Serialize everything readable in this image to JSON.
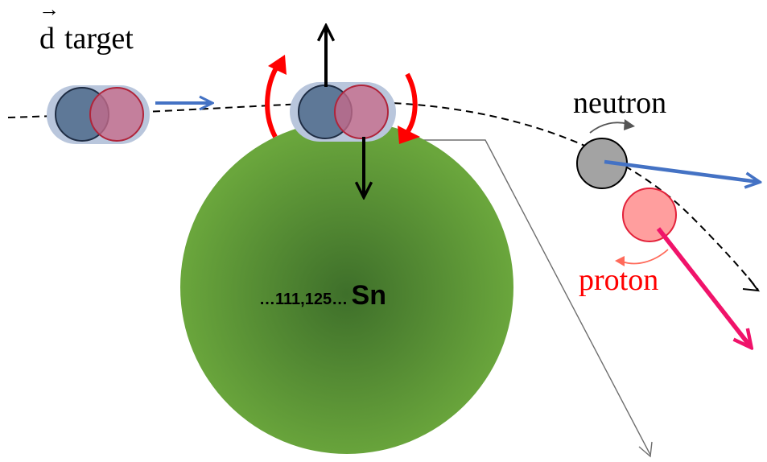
{
  "title": {
    "vector_symbol": "d",
    "arrow_glyph": "→",
    "word": "target"
  },
  "nucleus": {
    "prefix": "…111,125…",
    "element": "Sn",
    "color_center": "#3e6f2a",
    "color_edge": "#6aa63c"
  },
  "labels": {
    "neutron": "neutron",
    "proton": "proton"
  },
  "colors": {
    "neutron_fill": "#4a6787",
    "neutron_outline": "#1f2d44",
    "proton_fill": "#c76a8a",
    "proton_outline": "#b0243a",
    "deuteron_halo": "#b9c6dc",
    "momentum_arrow": "#4472c4",
    "spin_rotation": "#ff0000",
    "free_neutron": "#a3a3a3",
    "free_proton": "#ff9e9e",
    "proton_label": "#ff0000",
    "proton_arrow": "#f0136a",
    "trajectory": "#000000",
    "pointer_line": "#6e6e6e"
  }
}
